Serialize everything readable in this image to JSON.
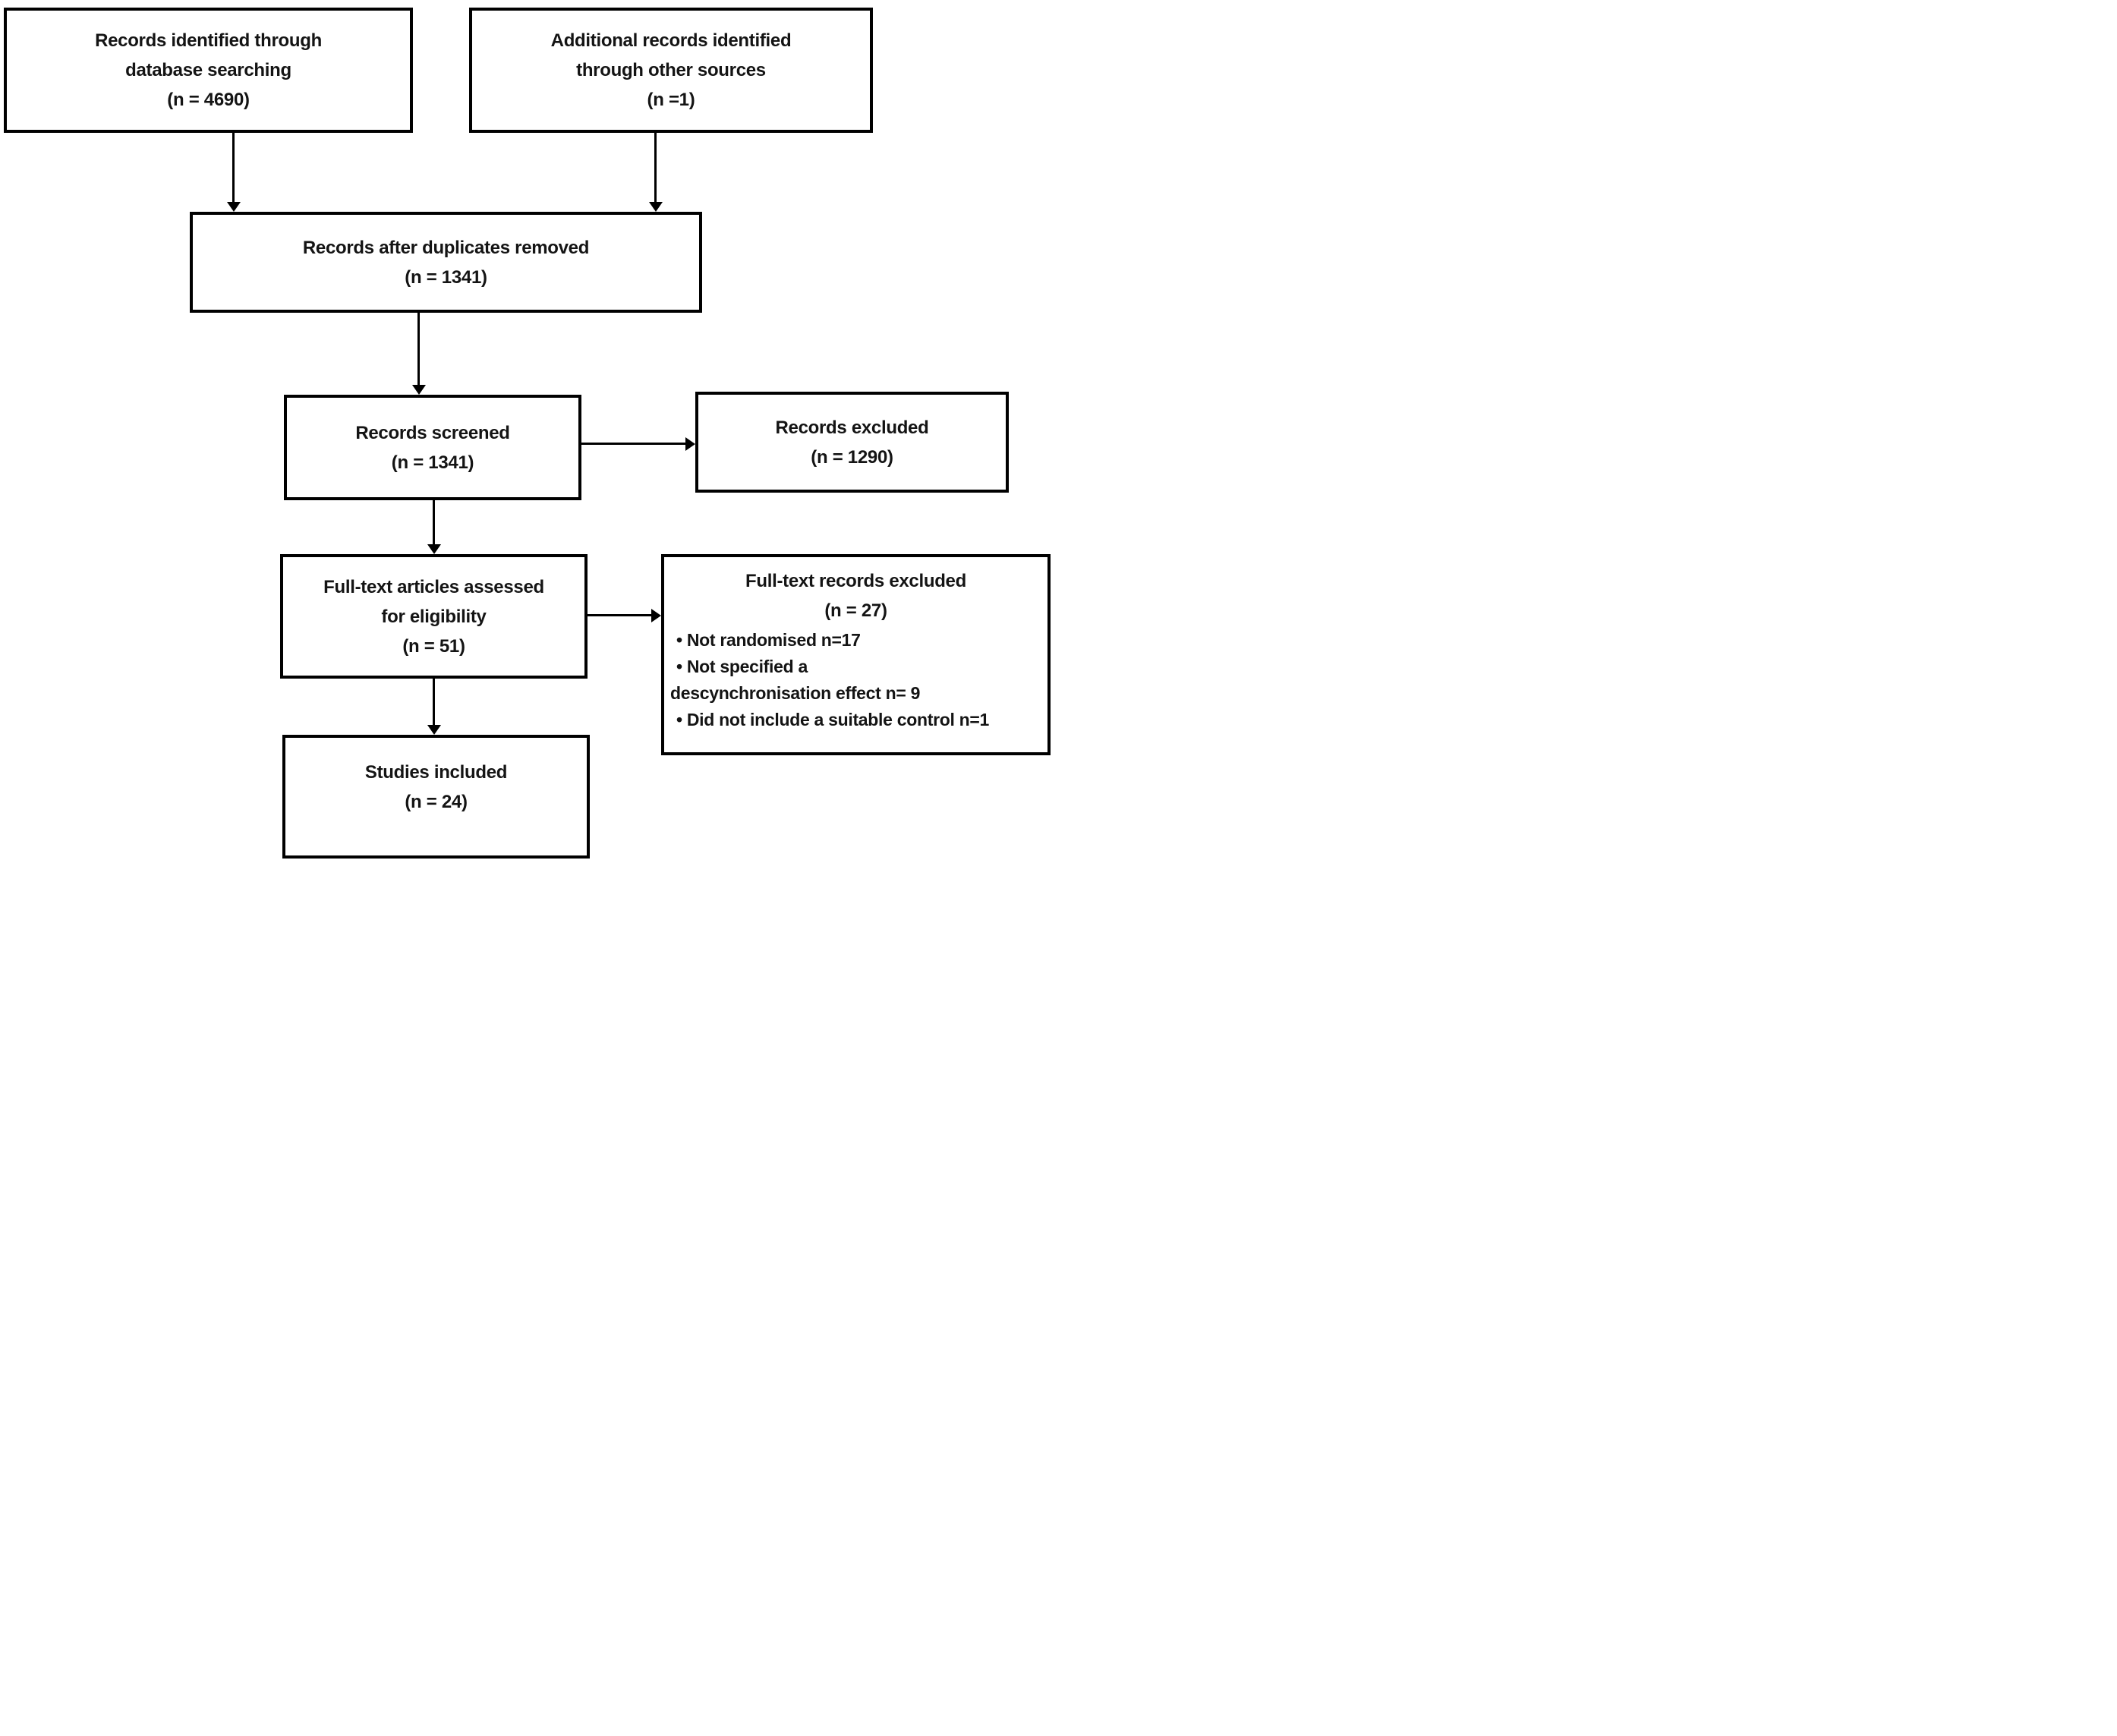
{
  "diagram": {
    "kind": "prisma-flow-diagram",
    "colors": {
      "box_border": "#000000",
      "box_fill": "#ffffff",
      "text": "#141414",
      "background": "#ffffff"
    },
    "boxes": {
      "identified_database": {
        "lines": [
          "Records identified through",
          "database searching",
          "(n = 4690)"
        ]
      },
      "identified_other": {
        "lines": [
          "Additional records identified",
          "through other sources",
          "(n =1)"
        ]
      },
      "after_duplicates": {
        "lines": [
          "Records after duplicates removed",
          "(n = 1341)"
        ]
      },
      "screened": {
        "lines": [
          "Records screened",
          "(n = 1341)"
        ]
      },
      "records_excluded": {
        "lines": [
          "Records excluded",
          "(n = 1290)"
        ]
      },
      "fulltext_assessed": {
        "lines": [
          "Full-text articles assessed",
          "for eligibility",
          "(n = 51)"
        ]
      },
      "fulltext_excluded": {
        "header": [
          "Full-text records excluded",
          "(n = 27)"
        ],
        "bullets": {
          "b1": "• Not randomised n=17",
          "b2": "• Not specified a",
          "b2_wrap": "descynchronisation effect n= 9",
          "b3": "• Did not include a suitable control n=1"
        }
      },
      "included": {
        "lines": [
          "Studies included",
          "(n = 24)"
        ]
      }
    }
  }
}
